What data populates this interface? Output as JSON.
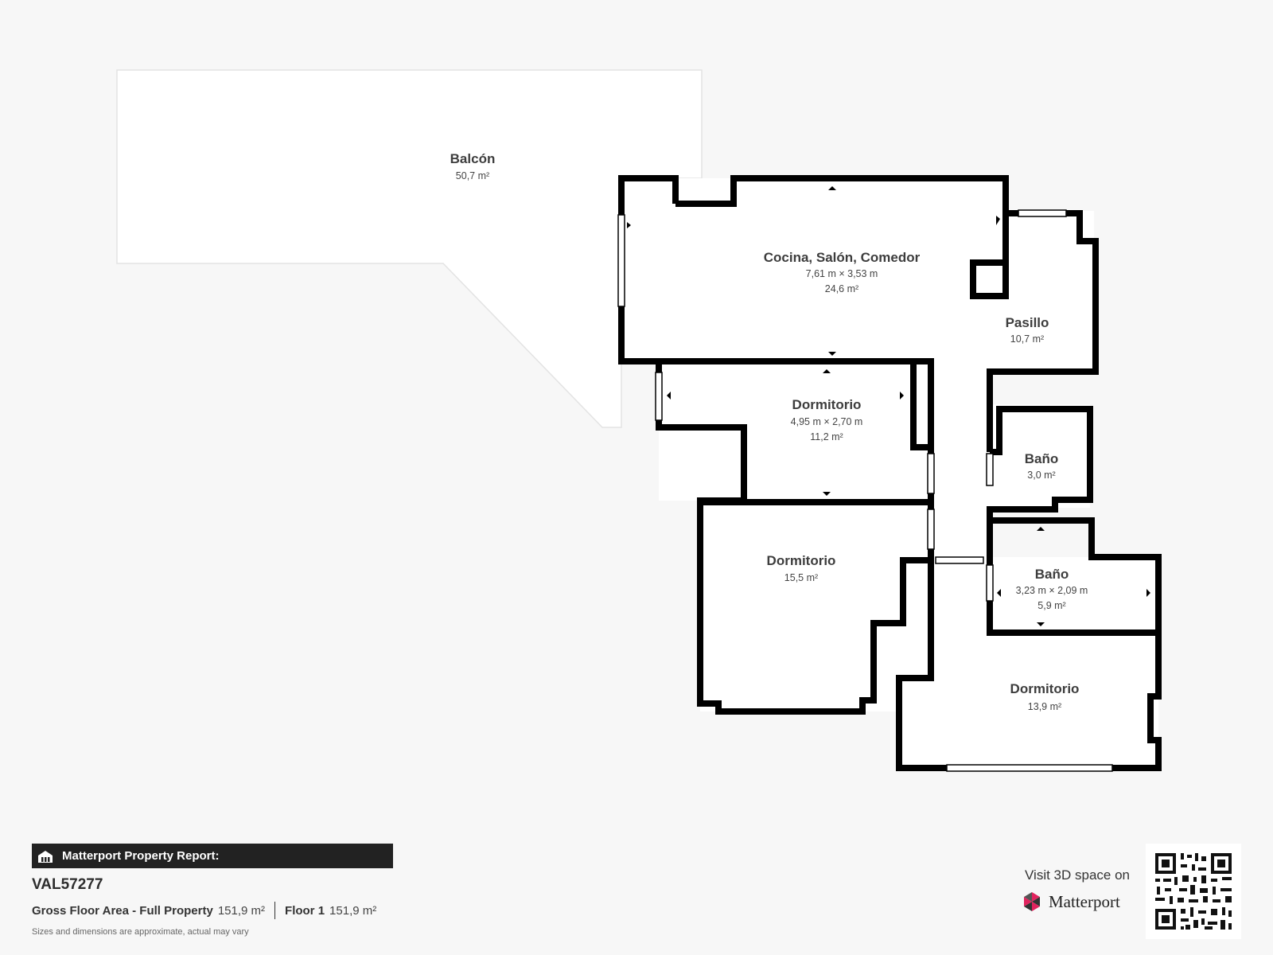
{
  "rooms": {
    "balcon": {
      "name": "Balcón",
      "area": "50,7 m²"
    },
    "cocina": {
      "name": "Cocina, Salón, Comedor",
      "dims": "7,61 m × 3,53 m",
      "area": "24,6 m²"
    },
    "pasillo": {
      "name": "Pasillo",
      "area": "10,7 m²"
    },
    "dorm1": {
      "name": "Dormitorio",
      "dims": "4,95 m × 2,70 m",
      "area": "11,2 m²"
    },
    "bano1": {
      "name": "Baño",
      "area": "3,0 m²"
    },
    "dorm2": {
      "name": "Dormitorio",
      "area": "15,5 m²"
    },
    "bano2": {
      "name": "Baño",
      "dims": "3,23 m × 2,09 m",
      "area": "5,9 m²"
    },
    "dorm3": {
      "name": "Dormitorio",
      "area": "13,9 m²"
    }
  },
  "footer": {
    "report_title": "Matterport Property Report:",
    "property_id": "VAL57277",
    "gross_label": "Gross Floor Area - Full Property",
    "gross_value": "151,9 m²",
    "floor_label": "Floor 1",
    "floor_value": "151,9 m²",
    "disclaimer": "Sizes and dimensions are approximate, actual may vary",
    "visit_text": "Visit 3D space on",
    "brand": "Matterport"
  },
  "colors": {
    "wall": "#000000",
    "floor": "#ffffff",
    "background": "#f7f7f7",
    "brand_accent": "#e0245e"
  },
  "icons": {
    "report": "home-icon",
    "brand": "matterport-logo-icon",
    "qr": "qr-code-icon"
  }
}
